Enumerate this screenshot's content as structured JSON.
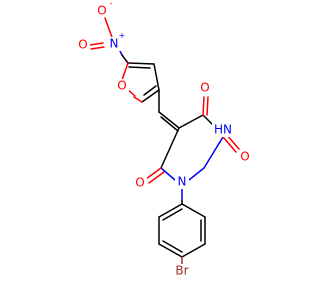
{
  "molecule": {
    "atoms": {
      "nitro_o_top": {
        "label": "O",
        "charge": "-",
        "color": "#ff0000"
      },
      "nitro_n": {
        "label": "N",
        "charge": "+",
        "color": "#0000ff"
      },
      "nitro_o_left": {
        "label": "O",
        "color": "#ff0000"
      },
      "furan_o": {
        "label": "O",
        "color": "#ff0000"
      },
      "carbonyl_o_top": {
        "label": "O",
        "color": "#ff0000"
      },
      "imide_nh": {
        "label": "HN",
        "color": "#0000ff"
      },
      "carbonyl_o_right": {
        "label": "O",
        "color": "#ff0000"
      },
      "ring_n": {
        "label": "N",
        "color": "#0000ff"
      },
      "carbonyl_o_left": {
        "label": "O",
        "color": "#ff0000"
      },
      "bromine": {
        "label": "Br",
        "color": "#a52a2a"
      }
    }
  }
}
